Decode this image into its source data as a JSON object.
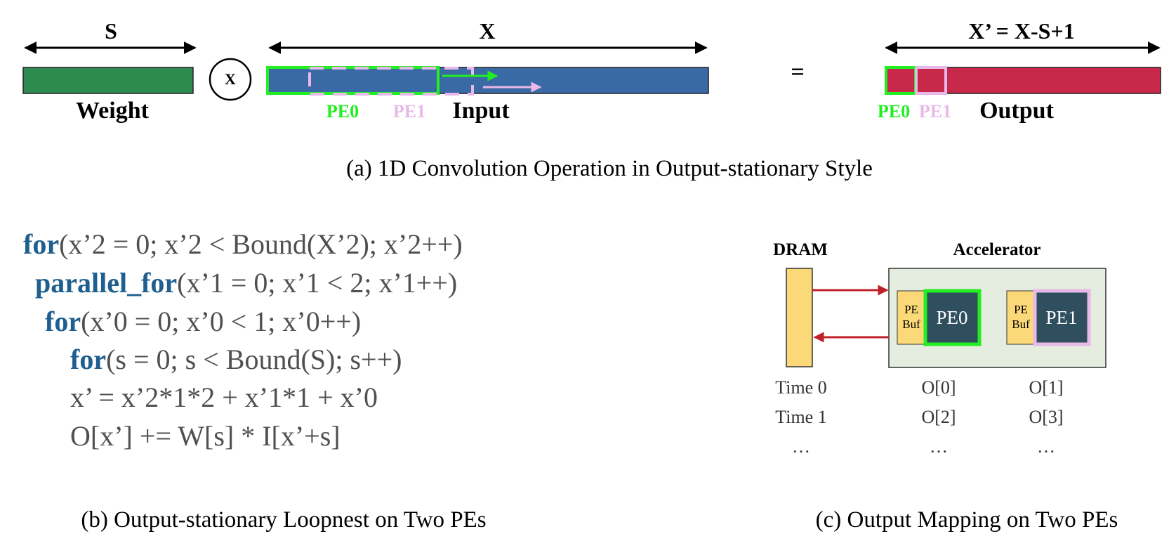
{
  "panel_a": {
    "weight_dim": "S",
    "input_dim": "X",
    "output_dim": "X’ = X-S+1",
    "times_symbol": "X",
    "equals_symbol": "=",
    "weight_label": "Weight",
    "input_label": "Input",
    "output_label": "Output",
    "pe0": "PE0",
    "pe1": "PE1",
    "caption": "(a) 1D Convolution Operation in Output-stationary Style"
  },
  "panel_b": {
    "lines": [
      {
        "kw": "for",
        "rest": "(x’2 = 0; x’2 < Bound(X’2); x’2++)"
      },
      {
        "kw": "parallel_for",
        "rest": "(x’1 = 0; x’1 < 2; x’1++)"
      },
      {
        "kw": "for",
        "rest": "(x’0 = 0; x’0 < 1; x’0++)"
      },
      {
        "kw": "for",
        "rest": "(s = 0; s < Bound(S); s++)"
      },
      {
        "kw": "",
        "rest": "x’ = x’2*1*2 + x’1*1 + x’0"
      },
      {
        "kw": "",
        "rest": "O[x’] += W[s] * I[x’+s]"
      }
    ],
    "caption": "(b) Output-stationary Loopnest on Two PEs"
  },
  "panel_c": {
    "dram_label": "DRAM",
    "accel_label": "Accelerator",
    "pe_buf_line1": "PE",
    "pe_buf_line2": "Buf",
    "pe0": "PE0",
    "pe1": "PE1",
    "rows": [
      {
        "time": "Time 0",
        "pe0": "O[0]",
        "pe1": "O[1]"
      },
      {
        "time": "Time 1",
        "pe0": "O[2]",
        "pe1": "O[3]"
      },
      {
        "time": "…",
        "pe0": "…",
        "pe1": "…"
      }
    ],
    "caption": "(c) Output Mapping on Two PEs"
  },
  "colors": {
    "weight": "#2e8b4f",
    "input": "#3a6aa5",
    "output": "#c8284a",
    "pe0": "#22ee22",
    "pe1": "#e8b8e8",
    "keyword": "#1f5f8f",
    "dram": "#fcd978",
    "accel_bg": "#e4eddf",
    "pe_block": "#2f4f5e",
    "arrow_red": "#c0202a"
  }
}
